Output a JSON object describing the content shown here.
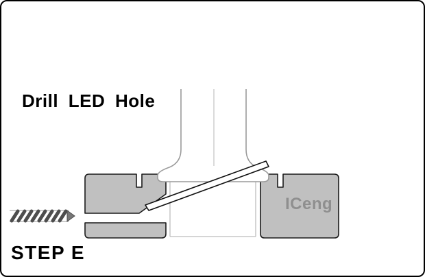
{
  "diagram": {
    "title": "Drill LED Hole",
    "step_label": "STEP E",
    "block_label": "ICeng"
  },
  "colors": {
    "background": "#ffffff",
    "frame_border": "#000000",
    "block_fill": "#c0c0c0",
    "block_stroke": "#1a1a1a",
    "tool_stroke": "#9a9a9a",
    "cavity_stroke": "#bcbcbc",
    "drill_bit_stroke": "#4d4d4d",
    "rod_stroke": "#111111",
    "label_gray": "#8f8f8f",
    "text": "#000000"
  }
}
